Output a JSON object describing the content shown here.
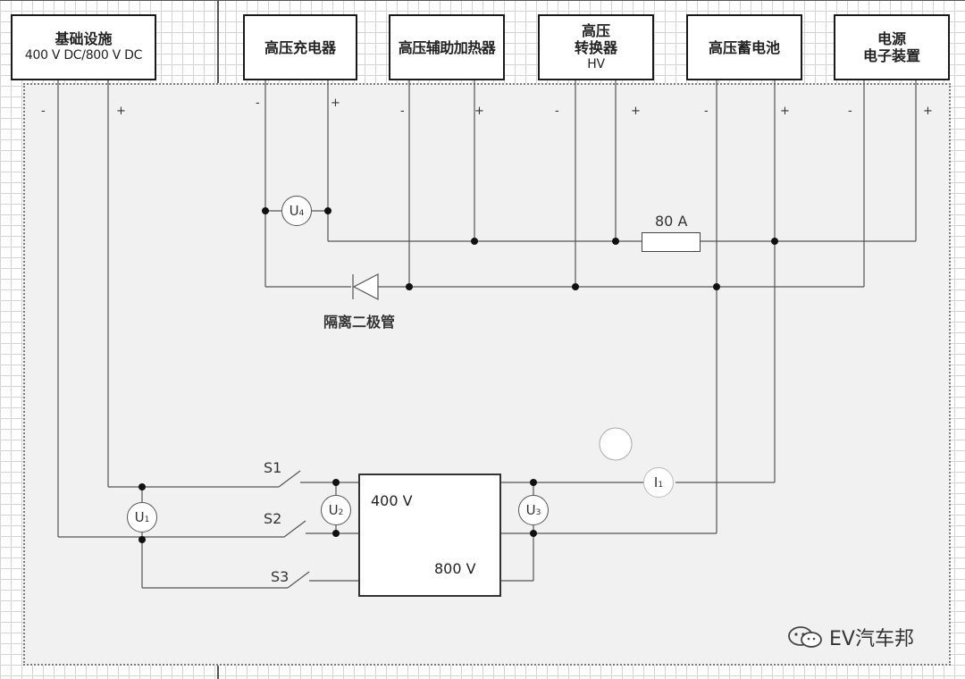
{
  "components": {
    "infra": {
      "title": "基础设施",
      "sub": "400 V DC/800 V DC"
    },
    "charger": {
      "title": "高压充电器"
    },
    "heater": {
      "title": "高压辅助加热器"
    },
    "hv_converter": {
      "line1": "高压",
      "line2": "转换器",
      "line3": "HV"
    },
    "battery": {
      "title": "高压蓄电池"
    },
    "electronics": {
      "line1": "电源",
      "line2": "电子装置"
    }
  },
  "polarity": {
    "minus": "-",
    "plus": "+"
  },
  "meters": {
    "u1": {
      "base": "U",
      "sub": "1"
    },
    "u2": {
      "base": "U",
      "sub": "2"
    },
    "u3": {
      "base": "U",
      "sub": "3"
    },
    "u4": {
      "base": "U",
      "sub": "4"
    },
    "i1": {
      "base": "I",
      "sub": "1"
    }
  },
  "switches": {
    "s1": "S1",
    "s2": "S2",
    "s3": "S3"
  },
  "fuse_label": "80 A",
  "diode_label": "隔离二极管",
  "converter": {
    "input": "400 V",
    "output": "800 V"
  },
  "watermark": "EV汽车邦"
}
